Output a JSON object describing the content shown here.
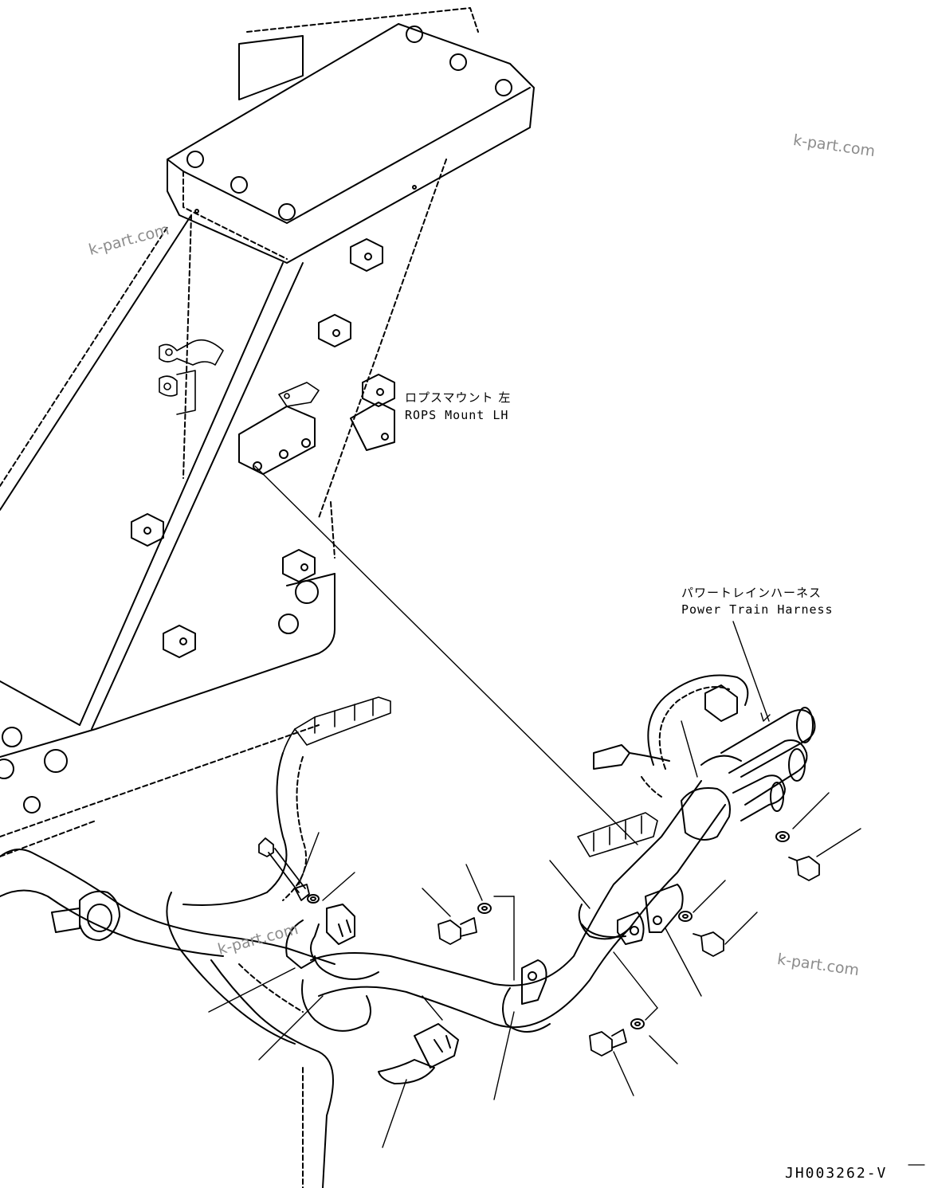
{
  "labels": {
    "rops_mount_jp": "ロプスマウント 左",
    "rops_mount_en": "ROPS Mount LH",
    "harness_jp": "パワートレインハーネス",
    "harness_en": "Power Train Harness"
  },
  "figure_code": "JH003262-V",
  "watermark": "k-part.com"
}
